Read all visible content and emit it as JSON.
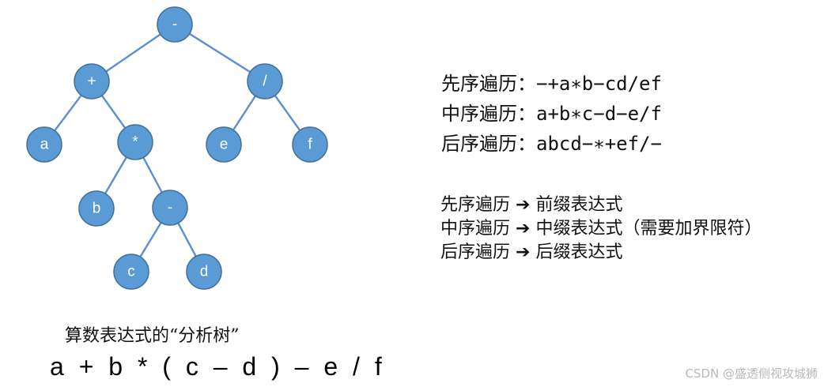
{
  "tree": {
    "nodes": [
      {
        "id": "n-root",
        "label": "-"
      },
      {
        "id": "n-plus",
        "label": "+"
      },
      {
        "id": "n-div",
        "label": "/"
      },
      {
        "id": "n-a",
        "label": "a"
      },
      {
        "id": "n-mul",
        "label": "*"
      },
      {
        "id": "n-e",
        "label": "e"
      },
      {
        "id": "n-f",
        "label": "f"
      },
      {
        "id": "n-b",
        "label": "b"
      },
      {
        "id": "n-minus",
        "label": "-"
      },
      {
        "id": "n-c",
        "label": "c"
      },
      {
        "id": "n-d",
        "label": "d"
      }
    ],
    "edges": [
      [
        "n-root",
        "n-plus"
      ],
      [
        "n-root",
        "n-div"
      ],
      [
        "n-plus",
        "n-a"
      ],
      [
        "n-plus",
        "n-mul"
      ],
      [
        "n-div",
        "n-e"
      ],
      [
        "n-div",
        "n-f"
      ],
      [
        "n-mul",
        "n-b"
      ],
      [
        "n-mul",
        "n-minus"
      ],
      [
        "n-minus",
        "n-c"
      ],
      [
        "n-minus",
        "n-d"
      ]
    ],
    "node_color": "#5b9bd5",
    "edge_color": "#5b8fcf"
  },
  "traversals": [
    {
      "label": "先序遍历：",
      "value": "−+a∗b−cd/ef"
    },
    {
      "label": "中序遍历：",
      "value": "a+b∗c−d−e/f"
    },
    {
      "label": "后序遍历：",
      "value": "abcd−∗+ef/−"
    }
  ],
  "mappings": [
    {
      "from": "先序遍历",
      "arrow": "➔",
      "to": "前缀表达式"
    },
    {
      "from": "中序遍历",
      "arrow": "➔",
      "to": "中缀表达式（需要加界限符）"
    },
    {
      "from": "后序遍历",
      "arrow": "➔",
      "to": "后缀表达式"
    }
  ],
  "caption": "算数表达式的“分析树”",
  "expression": "a + b * ( c – d ) – e / f",
  "watermark": "CSDN @盛透侧视攻城狮"
}
